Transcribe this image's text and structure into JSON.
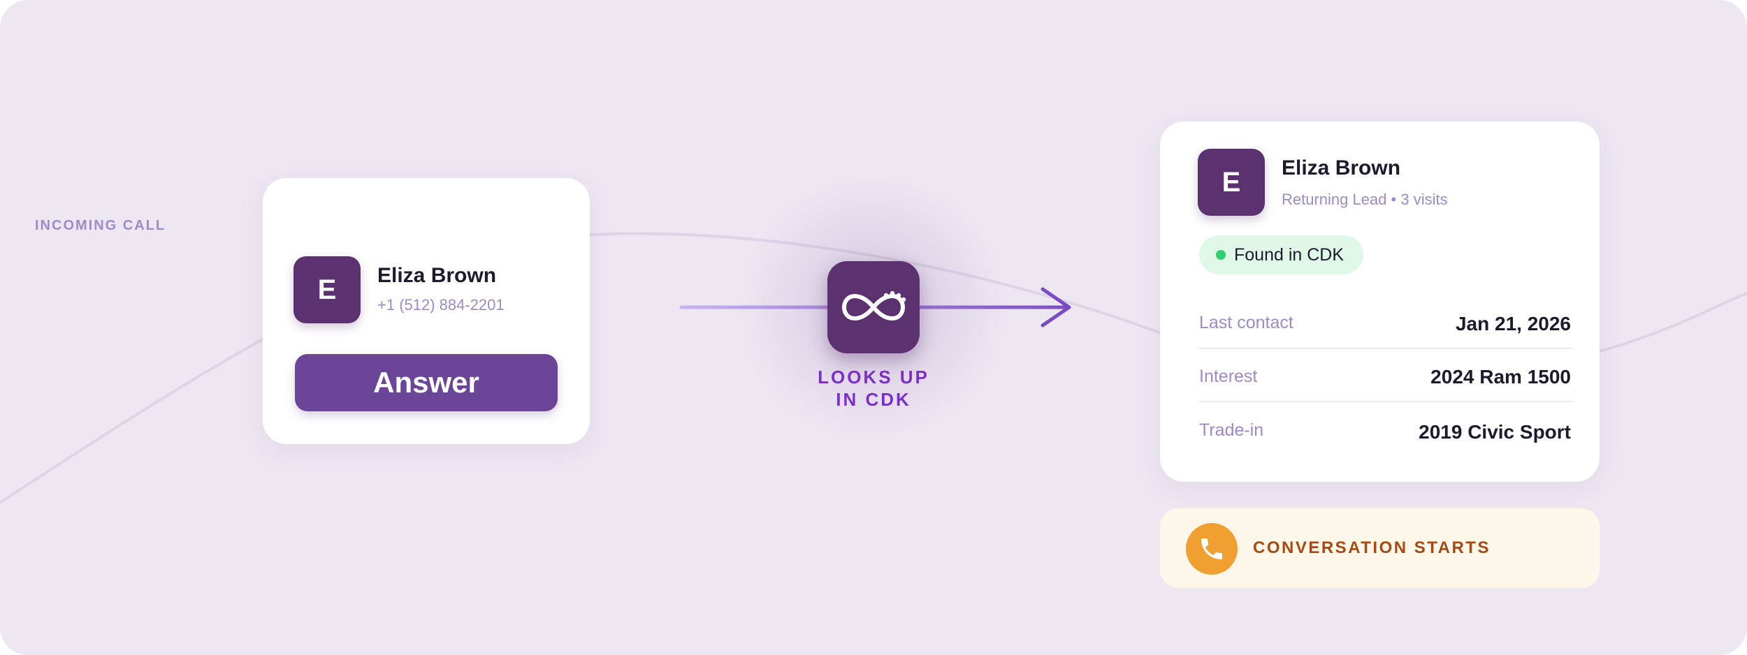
{
  "colors": {
    "background": "#ede7f2",
    "brand_purple": "#5b3170",
    "answer_button": "#6a4598",
    "accent_violet": "#7b2fc9",
    "muted_lavender": "#9d8ac6",
    "success_green": "#2fcf6e",
    "badge_green_bg": "#dff8e8",
    "call_orange": "#f0a030",
    "conversation_text": "#a54a12"
  },
  "incoming_call": {
    "eyebrow": "INCOMING CALL",
    "avatar_initial": "E",
    "caller_name": "Eliza Brown",
    "caller_phone": "+1 (512) 884-2201",
    "answer_label": "Answer"
  },
  "lookup": {
    "icon": "infinity-logo-icon",
    "label_line1": "LOOKS UP",
    "label_line2": "IN CDK"
  },
  "lead_card": {
    "avatar_initial": "E",
    "name": "Eliza Brown",
    "subtitle": "Returning Lead • 3 visits",
    "badge": "Found in CDK",
    "rows": [
      {
        "label": "Last contact",
        "value": "Jan 21, 2026"
      },
      {
        "label": "Interest",
        "value": "2024 Ram 1500"
      },
      {
        "label": "Trade-in",
        "value": "2019 Civic Sport"
      }
    ]
  },
  "conversation": {
    "icon": "phone-icon",
    "label": "CONVERSATION STARTS"
  }
}
